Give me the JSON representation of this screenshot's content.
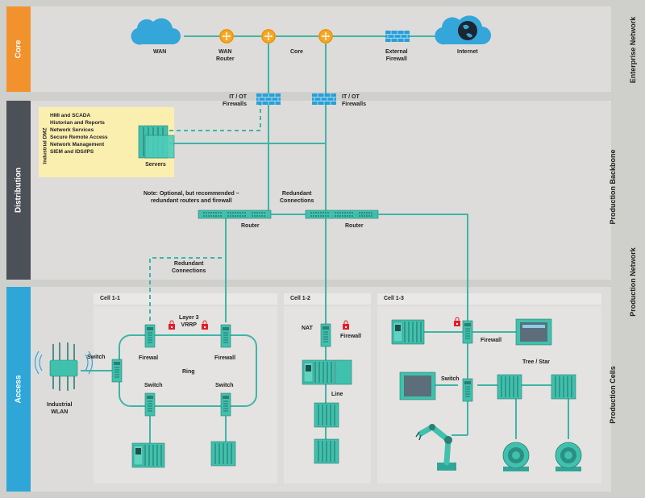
{
  "bands": {
    "core": "Core",
    "distribution": "Distribution",
    "access": "Access"
  },
  "right_labels": {
    "enterprise": "Enterprise Network",
    "backbone": "Production Backbone",
    "production_network": "Production Network",
    "cells": "Production Cells"
  },
  "core": {
    "wan": "WAN",
    "wan_router_1": "WAN",
    "wan_router_2": "Router",
    "core": "Core",
    "ext_fw_1": "External",
    "ext_fw_2": "Firewall",
    "internet": "Internet"
  },
  "itot": {
    "left_1": "IT / OT",
    "left_2": "Firewalls",
    "right_1": "IT / OT",
    "right_2": "Firewalls"
  },
  "dmz": {
    "title": "Industrial DMZ",
    "items": [
      "HMI and SCADA",
      "Historian and Reports",
      "Network Services",
      "Secure Remote Access",
      "Network Management",
      "SIEM and IDS/IPS"
    ],
    "servers": "Servers"
  },
  "distribution": {
    "note_1": "Note: Optional, but recommended –",
    "note_2": "redundant routers and firewall",
    "redundant_1": "Redundant",
    "redundant_2": "Connections",
    "router_left": "Router",
    "router_right": "Router",
    "redundant_low_1": "Redundant",
    "redundant_low_2": "Connections"
  },
  "cells": {
    "c1": {
      "title": "Cell 1-1",
      "layer3_1": "Layer 3",
      "layer3_2": "VRRP",
      "firewall_left": "Firewal",
      "firewall_right": "Firewall",
      "ring": "Ring",
      "switch_left": "Switch",
      "switch_ring_left": "Switch",
      "switch_ring_right": "Switch",
      "wlan_1": "Industrial",
      "wlan_2": "WLAN"
    },
    "c2": {
      "title": "Cell 1-2",
      "nat": "NAT",
      "firewall": "Firewall",
      "line": "Line"
    },
    "c3": {
      "title": "Cell 1-3",
      "firewall": "Firewall",
      "tree": "Tree / Star",
      "switch": "Switch"
    }
  },
  "colors": {
    "core_band": "#f2922d",
    "dist_band": "#4c5057",
    "access_band": "#2fa6d8",
    "teal": "#3fb5a6",
    "device": "#4ecdb9",
    "router": "#f5a623"
  }
}
